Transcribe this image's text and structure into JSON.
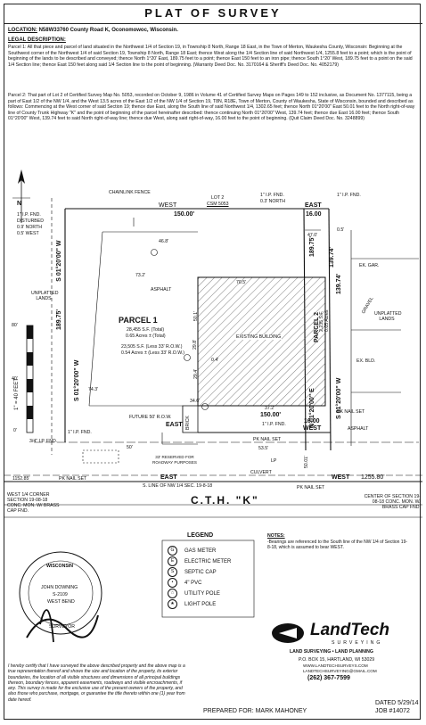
{
  "title": "PLAT OF SURVEY",
  "location": {
    "label": "LOCATION:",
    "value": "N58W33760 County Road K, Oconomowoc, Wisconsin."
  },
  "legal": {
    "heading": "LEGAL DESCRIPTION:",
    "parcel1": "Parcel 1: All that piece and parcel of land situated in the Northwest 1/4 of Section 19, in Township 8 North, Range 18 East, in the Town of Merton, Waukesha County, Wisconsin: Beginning at the Southwest corner of the Northwest 1/4 of said Section 19, Township 8 North, Range 18 East; thence West along the 1/4 Section line of said Northwest 1/4, 1255.8 feet to a point; which is the point of beginning of the lands to be described and conveyed; thence North 1°20' East, 189.75 feet to a point; thence East 150 feet to an iron pipe; thence South 1°20' West, 189.75 feet to a point on the said 1/4 Section line; thence East 150 feet along said 1/4 Section line to the point of beginning. (Warranty Deed Doc. No. 3170164 & Sheriff's Deed Doc. No. 4052179)",
    "parcel2": "Parcel 2: That part of Lot 2 of Certified Survey Map No. 5053, recorded on October 9, 1986 in Volume 41 of Certified Survey Maps on Pages 149 to 152 inclusive, as Document No. 1377115, being a part of East 1/2 of the NW 1/4, and the West 13.5 acres of the East 1/2 of the NW 1/4 of Section 19, T8N, R18E, Town of Merton, County of Waukesha, State of Wisconsin, bounded and described as follows: Commencing at the West corner of said Section 19; thence due East, along the South line of said Northwest 1/4, 1302.65 feet; thence North 01°20'00\" East 50.01 feet to the North right-of-way line of County Trunk Highway \"K\" and the point of beginning of the parcel hereinafter described: thence continuing North 01°20'00\" West, 139.74 feet; thence due East 16.00 feet; thence South 01°20'00\" West, 139.74 feet to said North right-of-way line; thence due West, along said right-of-way, 16.00 feet to the point of beginning. (Quit Claim Deed Doc. No. 3248899)"
  },
  "plat": {
    "lot_label": "LOT 2",
    "csm_label": "CSM 5053",
    "chainlink": "CHAINLINK FENCE",
    "ipfnd_nw": "1\" I.P. FND.",
    "disturbed": "DISTURBED",
    "north_09": "0.9' NORTH",
    "west_05": "0.5' WEST",
    "ipfnd_top": "1\" I.P. FND.",
    "north_03": "0.3' NORTH",
    "ipfnd_ne": "1\" I.P. FND.",
    "west_top": "WEST",
    "dist_150_top": "150.00'",
    "east_top": "EAST",
    "dist_16_top": "16.00",
    "d_05": "0.5'",
    "d_478": "47.0'",
    "d_468": "46.8'",
    "ek_gar": "EK. GAR.",
    "d_732": "73.2'",
    "d_705": "70.5'",
    "asphalt1": "ASPHALT",
    "unplatted_left": "UNPLATTED LANDS",
    "unplatted_right": "UNPLATTED LANDS",
    "gravel": "GRAVEL",
    "ex_bld": "EX. BLD.",
    "parcel1": "PARCEL 1",
    "sqft_total": "28,455 S.F. (Total)",
    "ac_total": "0.65 Acres ± (Total)",
    "sqft_row": "23,505 S.F. (Less 33' R.O.W.)",
    "ac_row": "0.54 Acres ± (Less 33' R.O.W.)",
    "existing_building": "EXISTING BUILDING",
    "parcel2": "PARCEL 2",
    "p2_sqft": "2,235 S.F.",
    "p2_ac": "0.05 Acres",
    "brg_left": "S 01°20'00\" W",
    "brg_left_dist": "189.75'",
    "brg_mid": "N 01°20'00\" E",
    "brg_mid_dist": "189.75'",
    "brg_right": "S 01°20'00\" W",
    "brg_right_dist": "139.74'",
    "brg_right2": "139.74'",
    "d_743": "74.3'",
    "d_346": "34.6'",
    "d_372": "37.2'",
    "d_501": "50.1'",
    "d_294": "29.4'",
    "d_298": "29.8'",
    "d_04": "0.4'",
    "future_row": "FUTURE 50' R.O.W.",
    "east_mid": "EAST",
    "brick": "BRICK",
    "dist_150_bot": "150.00'",
    "ipfnd_bot": "1\" I.P. FND.",
    "dist_16_bot": "16.00",
    "west_bot": "WEST",
    "pk_nail_set_r": "PK NAIL SET",
    "asphalt2": "ASPHALT",
    "ipfnd_34": "3/4\" I.P. FND.",
    "ipfnd_left": "1\" I.P. FND.",
    "d_50": "50'",
    "reserved": "33' RESERVED FOR ROADWAY PURPOSES",
    "pk_nail_set_mid": "PK NAIL SET",
    "d_535": "53.5'",
    "d_5001": "50.01'",
    "d_115285": "1152.85'",
    "pk_nail_set_l": "PK NAIL SET",
    "east_bot": "EAST",
    "culvert": "CULVERT",
    "pk_nail_set_b": "PK NAIL SET",
    "west_far": "WEST",
    "d_12558": "1255.80'",
    "south_line": "S. LINE OF NW 1/4 SEC. 19-8-18",
    "cth": "C.T.H. \"K\"",
    "west_corner": "WEST 1/4 CORNER SECTION 19-08-18 CONC. MON. W/ BRASS CAP FND.",
    "center_corner": "CENTER OF SECTION 19-08-18 CONC. MON. W/ BRASS CAP FND.",
    "scale_80": "80'",
    "scale_40": "40'",
    "scale_0": "0'",
    "scale_text": "1\" = 40 FEET",
    "north_arrow": "N",
    "lp": "LP"
  },
  "legend": {
    "title": "LEGEND",
    "items": [
      {
        "sym": "G",
        "label": "GAS METER"
      },
      {
        "sym": "E",
        "label": "ELECTRIC METER"
      },
      {
        "sym": "S",
        "label": "SEPTIC CAP"
      },
      {
        "sym": "•",
        "label": "4\" PVC"
      },
      {
        "sym": "☆",
        "label": "UTILITY POLE"
      },
      {
        "sym": "★",
        "label": "LIGHT POLE"
      }
    ]
  },
  "notes": {
    "heading": "NOTES:",
    "text": "-Bearings are referenced to the South line of the NW 1/4 of Section 19-8-18, which is assumed to bear WEST."
  },
  "seal": {
    "state": "WISCONSIN",
    "name": "JOHN DOWNING",
    "num": "S-2109",
    "city": "WEST BEND",
    "role": "SURVEYOR"
  },
  "company": {
    "name": "LandTech",
    "sub": "SURVEYING",
    "services": "LAND SURVEYING • LAND PLANNING",
    "address": "P.O. BOX 15, HARTLAND, WI 53029",
    "web": "WWW.LANDTECHSURVEYS.COM",
    "email": "LANDTECHSURVEYING@GMAIL.COM",
    "phone": "(262) 367-7599"
  },
  "certification": "I hereby certify that I have surveyed the above described property and the above map is a true representation thereof and shows the size and location of the property, its exterior boundaries, the location of all visible structures and dimensions of all principal buildings thereon, boundary fences, apparent easements, roadways and visible encroachments, if any. This survey is made for the exclusive use of the present owners of the property, and also those who purchase, mortgage, or guarantee the title thereto within one (1) year from date hereof.",
  "prepared_for": "PREPARED FOR: MARK MAHONEY",
  "dated": "DATED 5/29/14",
  "job": "JOB #14072"
}
